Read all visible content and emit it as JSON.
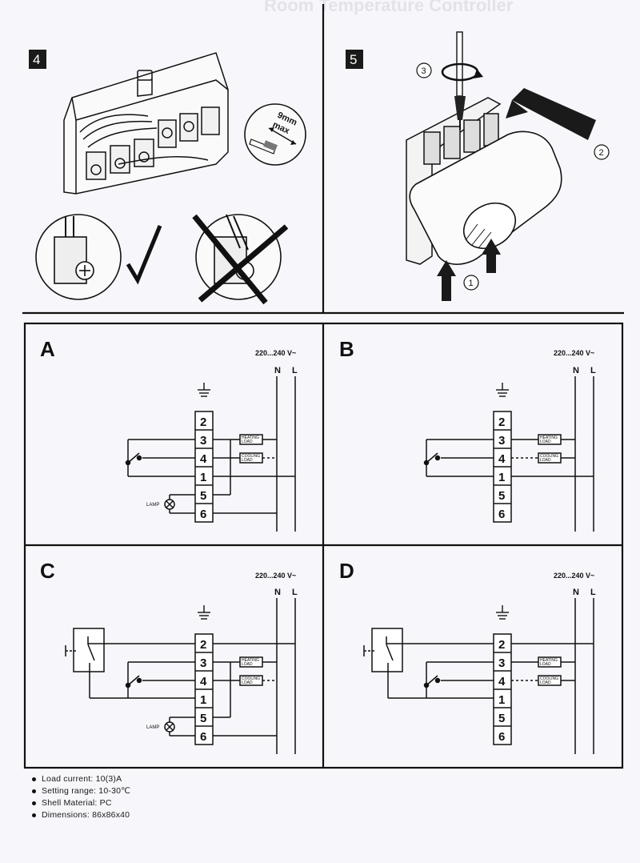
{
  "header": {
    "faded_title": "Room Temperature Controller"
  },
  "steps": [
    {
      "number": "4",
      "strip_length": "9mm",
      "strip_note": "max"
    },
    {
      "number": "5",
      "callouts": [
        "1",
        "2",
        "3"
      ]
    }
  ],
  "supply": {
    "voltage": "220...240 V~",
    "neutral": "N",
    "live": "L"
  },
  "load_labels": {
    "heating": [
      "HEATING",
      "LOAD"
    ],
    "cooling": [
      "COOLING",
      "LOAD"
    ],
    "lamp": "LAMP"
  },
  "panels": [
    {
      "letter": "A",
      "terminals": [
        "2",
        "3",
        "4",
        "1",
        "5",
        "6"
      ]
    },
    {
      "letter": "B",
      "terminals": [
        "2",
        "3",
        "4",
        "1",
        "5",
        "6"
      ]
    },
    {
      "letter": "C",
      "terminals": [
        "2",
        "3",
        "4",
        "1",
        "5",
        "6"
      ]
    },
    {
      "letter": "D",
      "terminals": [
        "2",
        "3",
        "4",
        "1",
        "5",
        "6"
      ]
    }
  ],
  "specs": [
    "Load current: 10(3)A",
    "Setting range: 10-30℃",
    "Shell Material: PC",
    "Dimensions: 86x86x40"
  ]
}
